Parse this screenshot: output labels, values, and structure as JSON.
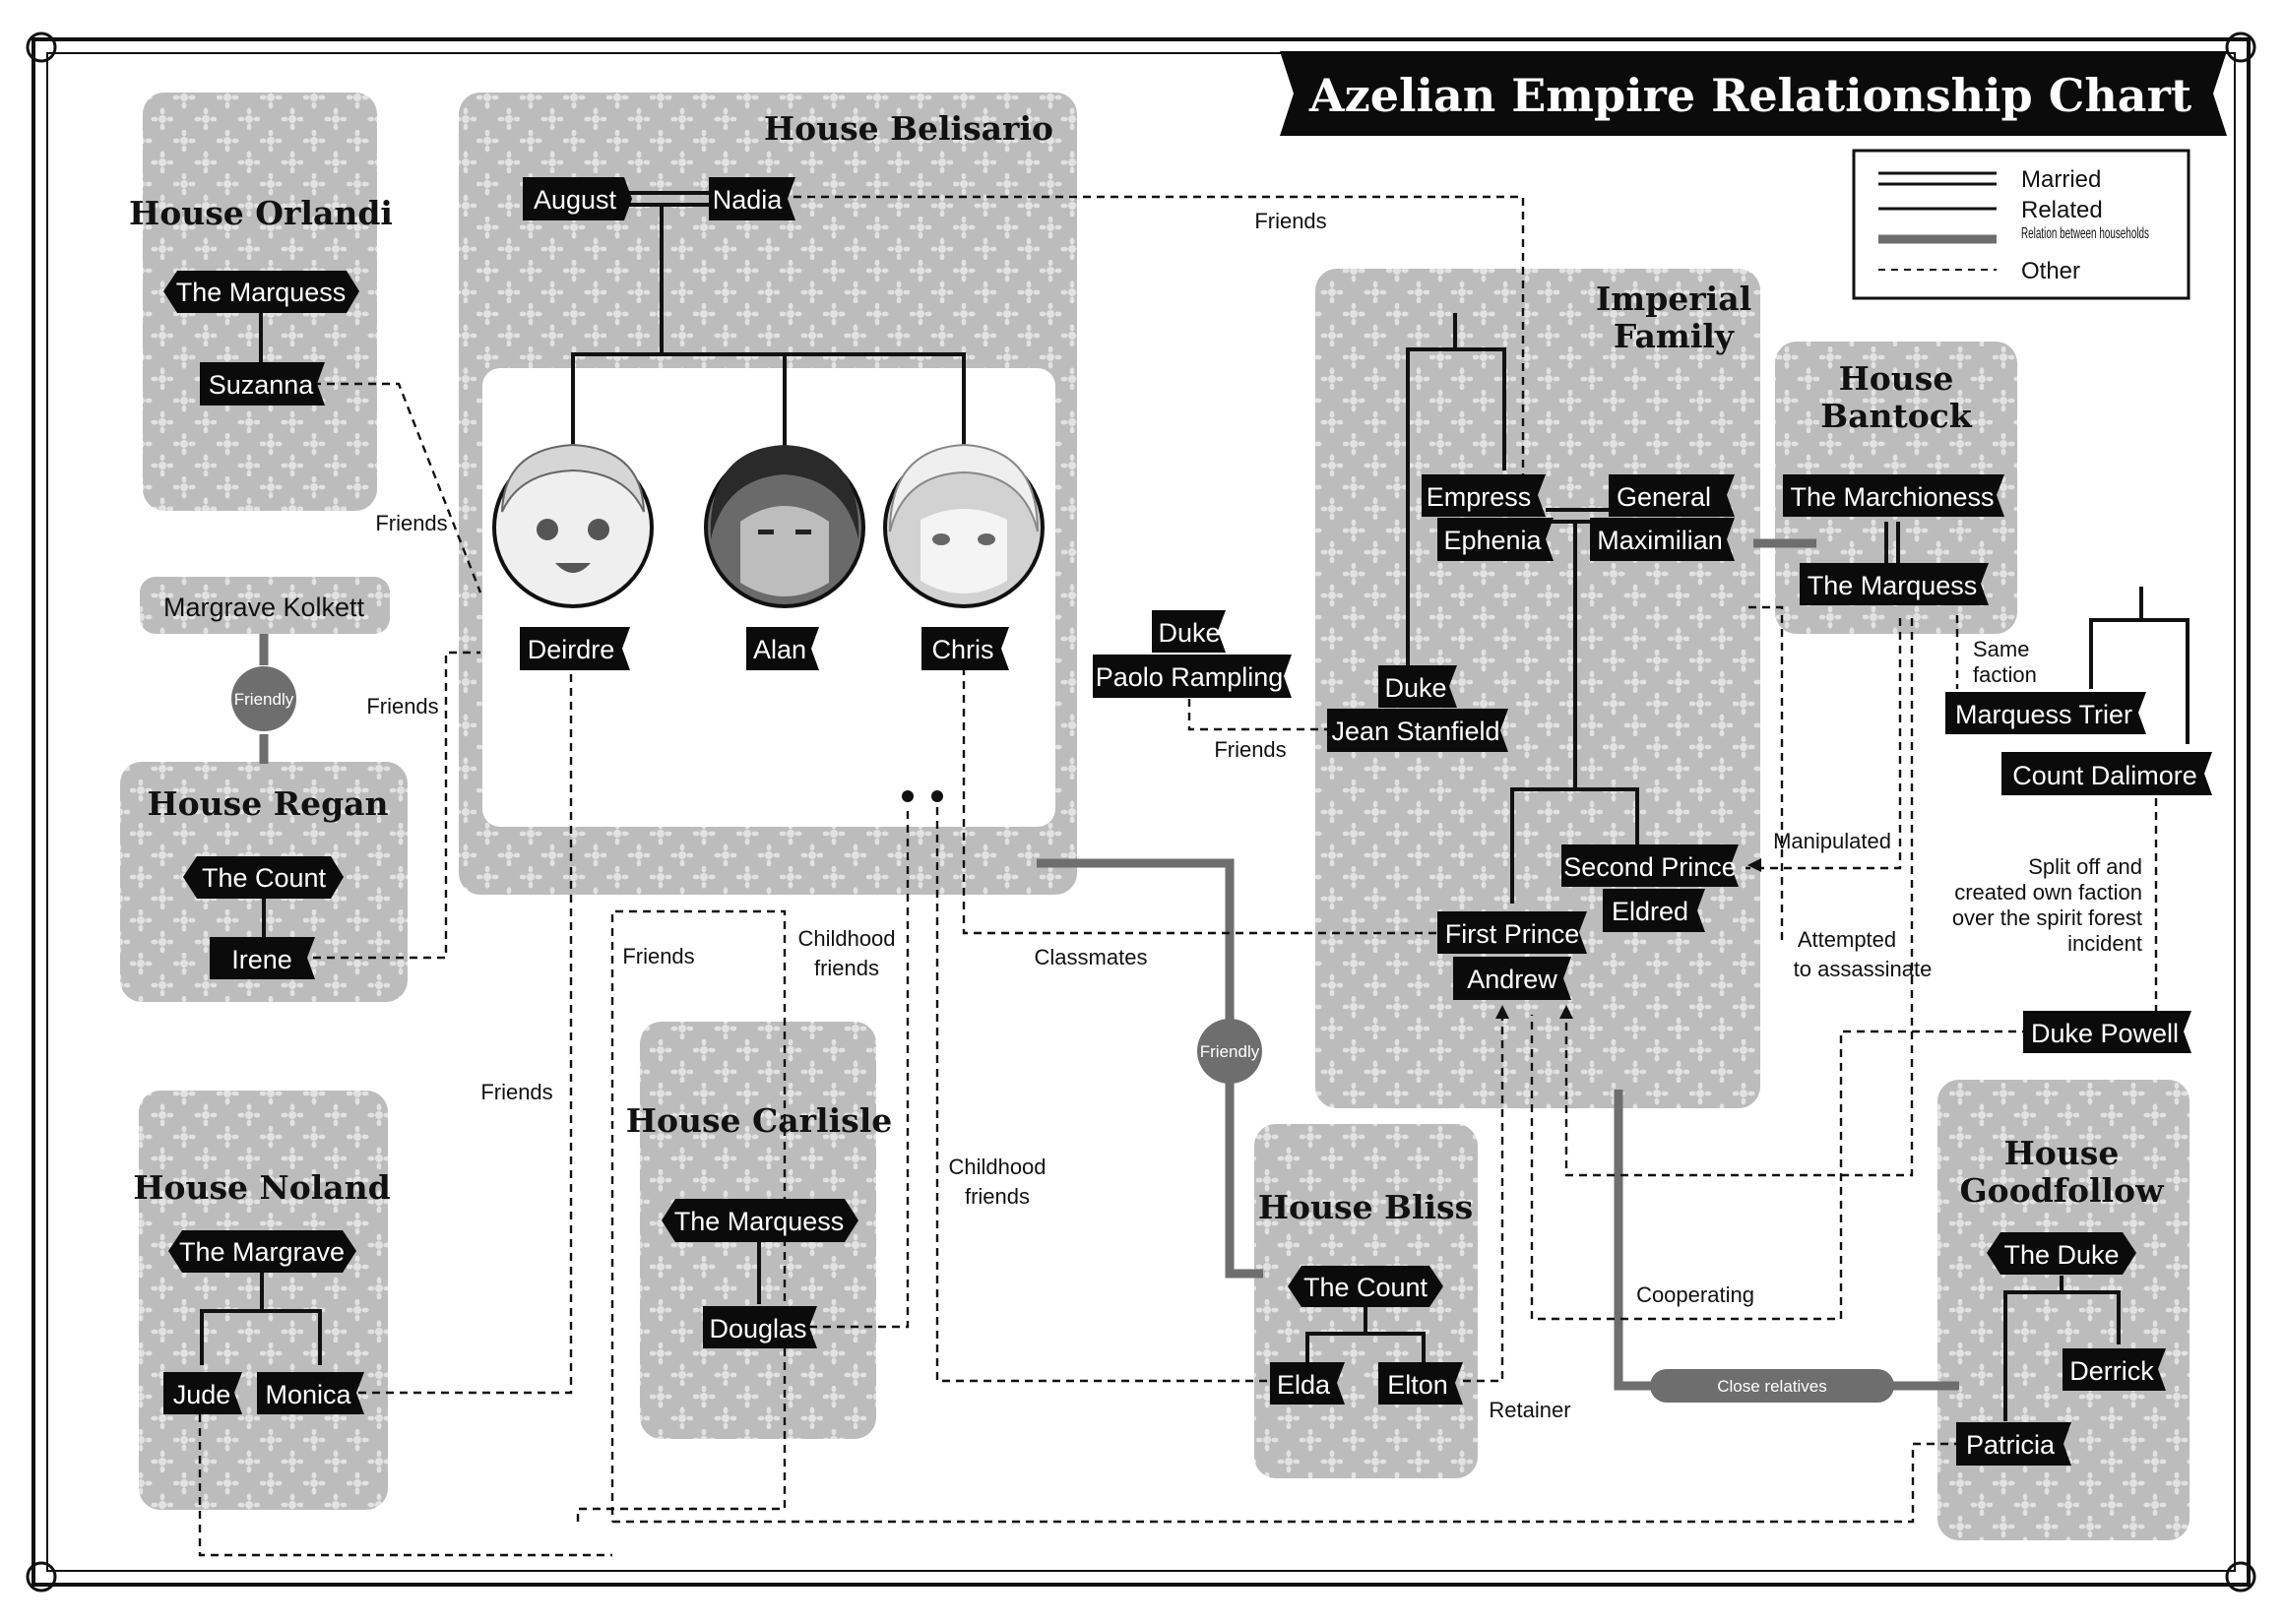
{
  "title": "Azelian Empire Relationship Chart",
  "colors": {
    "panel": "#bdbdbd",
    "tag": "#0b0b0b",
    "rel": "#6e6e6e",
    "ink": "#111111"
  },
  "legend": {
    "married": "Married",
    "related": "Related",
    "households": "Relation between households",
    "other": "Other"
  },
  "houses": {
    "belisario": "House Belisario",
    "orlandi": "House Orlandi",
    "regan": "House Regan",
    "noland": "House Noland",
    "carlisle": "House Carlisle",
    "bliss": "House Bliss",
    "imperial": [
      "Imperial",
      "Family"
    ],
    "bantock": [
      "House",
      "Bantock"
    ],
    "goodfollow": [
      "House",
      "Goodfollow"
    ]
  },
  "people": {
    "august": "August",
    "nadia": "Nadia",
    "deirdre": "Deirdre",
    "alan": "Alan",
    "chris": "Chris",
    "orlandi_marquess": "The Marquess",
    "suzanna": "Suzanna",
    "kolkett": "Margrave Kolkett",
    "regan_count": "The Count",
    "irene": "Irene",
    "noland_margrave": "The Margrave",
    "jude": "Jude",
    "monica": "Monica",
    "carlisle_marquess": "The Marquess",
    "douglas": "Douglas",
    "bliss_count": "The Count",
    "elda": "Elda",
    "elton": "Elton",
    "paolo": [
      "Duke",
      "Paolo Rampling"
    ],
    "stanfield": [
      "Duke",
      "Jean Stanfield"
    ],
    "ephenia": [
      "Empress",
      "Ephenia"
    ],
    "maximilian": [
      "General",
      "Maximilian"
    ],
    "eldred": [
      "Second Prince",
      "Eldred"
    ],
    "andrew": [
      "First Prince",
      "Andrew"
    ],
    "marchioness": "The Marchioness",
    "bantock_marquess": "The Marquess",
    "trier": "Marquess Trier",
    "dalimore": "Count Dalimore",
    "powell": "Duke Powell",
    "goodfollow_duke": "The Duke",
    "derrick": "Derrick",
    "patricia": "Patricia"
  },
  "notes": {
    "friends_top": "Friends",
    "friends_suzanna": "Friends",
    "friends_irene": "Friends",
    "friends_monica": "Friends",
    "friends_deirdre": "Friends",
    "friends_paolo": "Friends",
    "childhood_1": [
      "Childhood",
      "friends"
    ],
    "childhood_2": [
      "Childhood",
      "friends"
    ],
    "classmates": "Classmates",
    "manipulated": "Manipulated",
    "assassinate": [
      "Attempted",
      "to assassinate"
    ],
    "same_faction": [
      "Same",
      "faction"
    ],
    "split_off": [
      "Split off and",
      "created own faction",
      "over the spirit forest",
      "incident"
    ],
    "cooperating": "Cooperating",
    "retainer": "Retainer",
    "friendly_1": "Friendly",
    "friendly_2": "Friendly",
    "close_relatives": "Close relatives"
  }
}
